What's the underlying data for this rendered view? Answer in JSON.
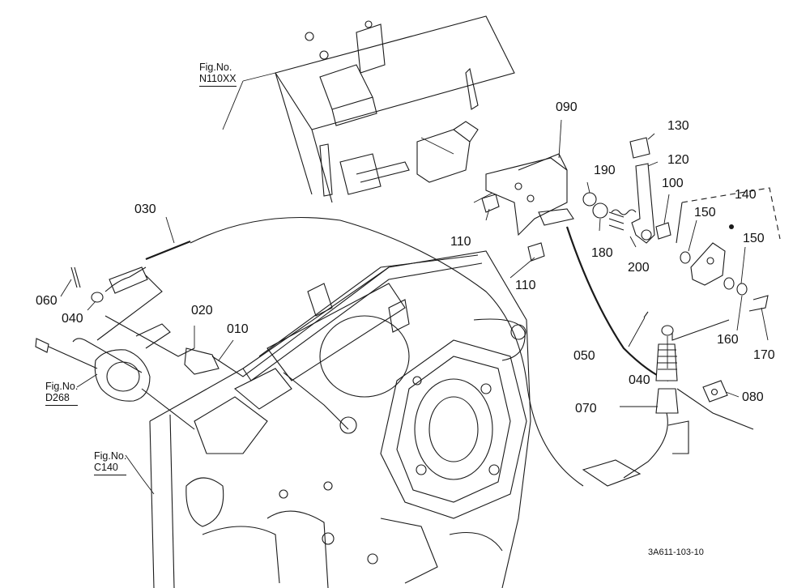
{
  "parts": {
    "p010": "010",
    "p020": "020",
    "p030": "030",
    "p040a": "040",
    "p040b": "040",
    "p050": "050",
    "p060": "060",
    "p070": "070",
    "p080": "080",
    "p090": "090",
    "p100": "100",
    "p110a": "110",
    "p110b": "110",
    "p120": "120",
    "p130": "130",
    "p140": "140",
    "p150a": "150",
    "p150b": "150",
    "p160": "160",
    "p170": "170",
    "p180": "180",
    "p190": "190",
    "p200": "200"
  },
  "figure_refs": {
    "n110": {
      "label": "Fig.No.",
      "code": "N110XX"
    },
    "d268": {
      "label": "Fig.No.",
      "code": "D268"
    },
    "c140": {
      "label": "Fig.No.",
      "code": "C140"
    }
  },
  "drawing_code": "3A611-103-10"
}
